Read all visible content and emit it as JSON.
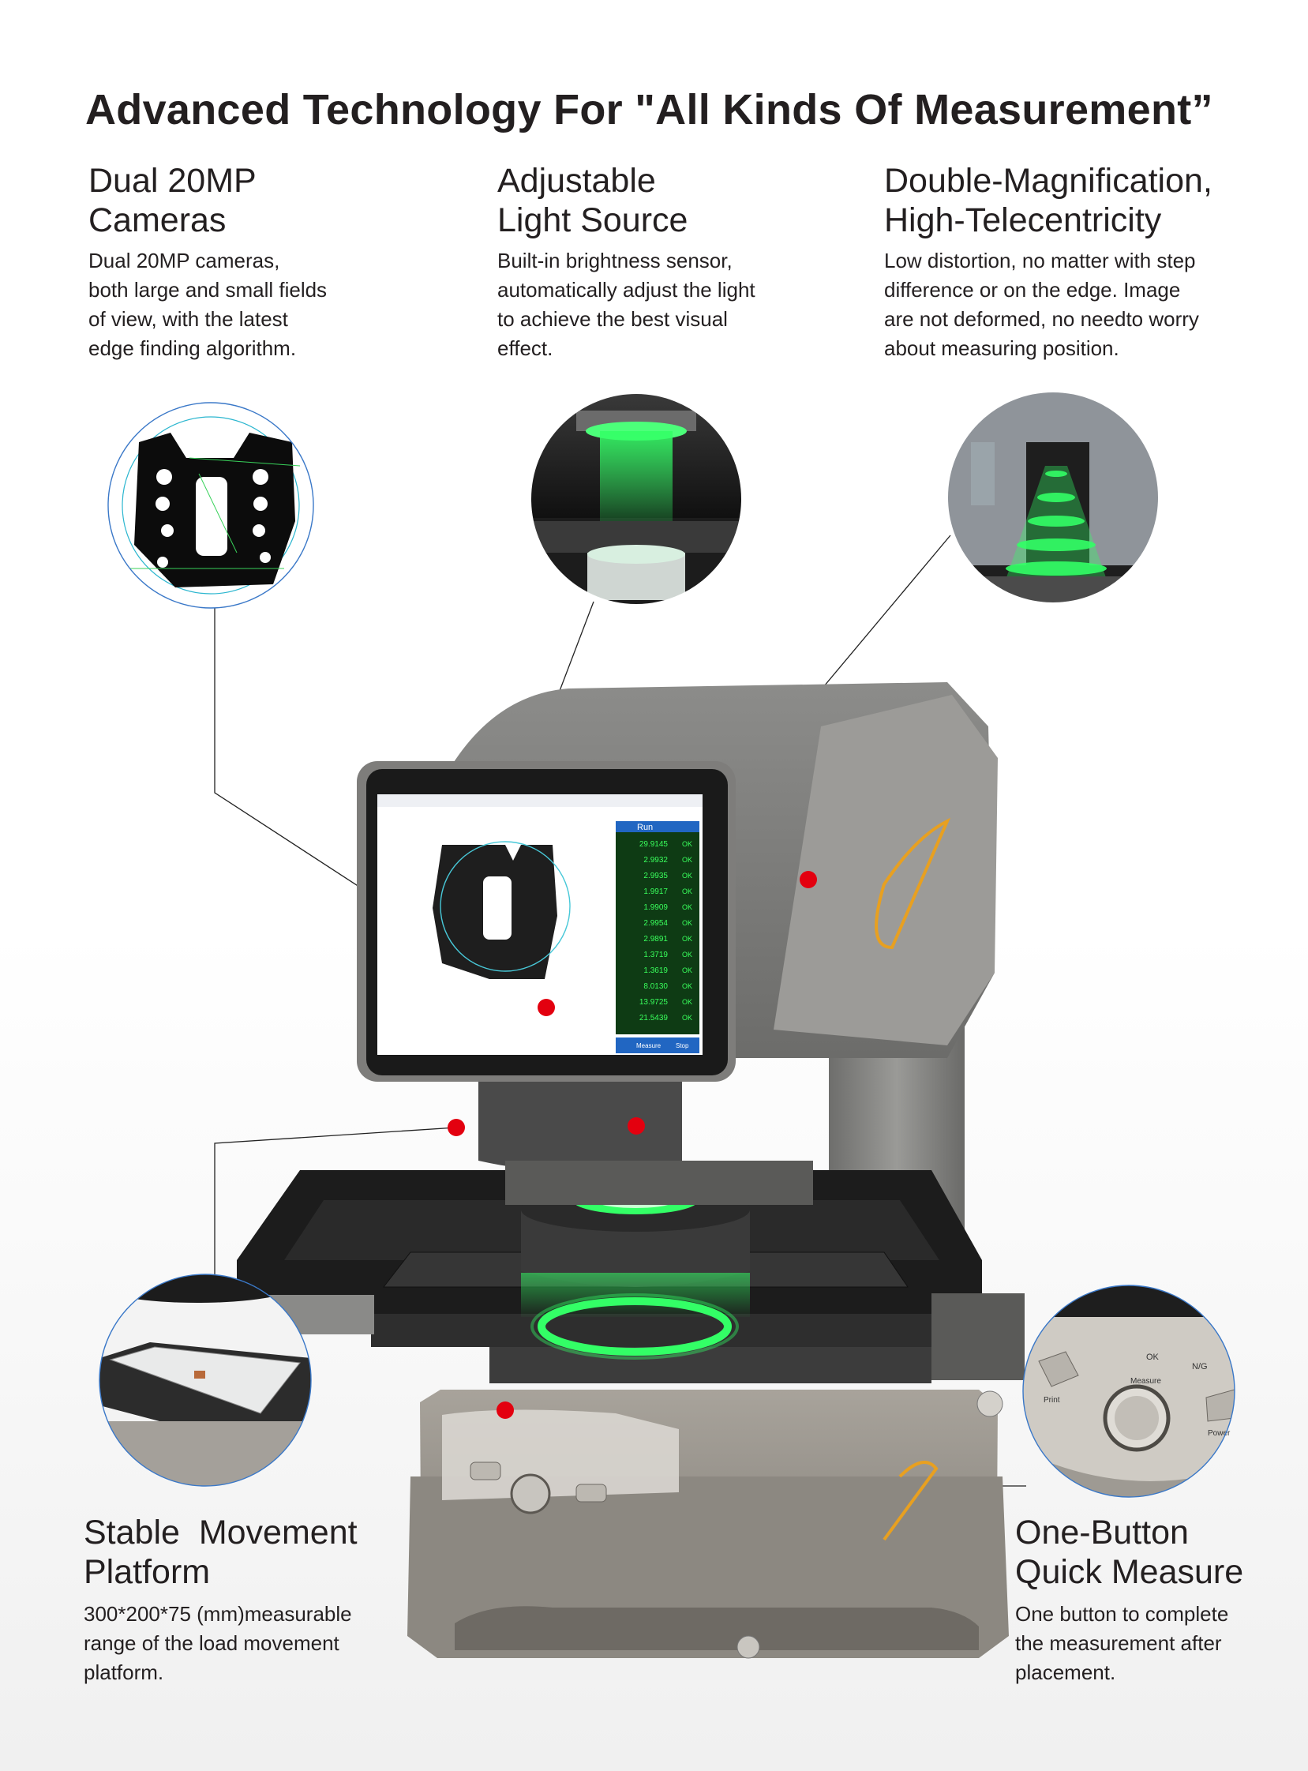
{
  "page": {
    "title": "Advanced Technology For \"All Kinds Of Measurement”"
  },
  "features": [
    {
      "heading_line1": "Dual 20MP",
      "heading_line2": "Cameras",
      "desc_lines": [
        "Dual 20MP cameras,",
        "both large and small fields",
        "of view, with the latest",
        "edge finding algorithm."
      ]
    },
    {
      "heading_line1": "Adjustable",
      "heading_line2": "Light Source",
      "desc_lines": [
        "Built-in brightness sensor,",
        "automatically adjust the light",
        "to achieve the best visual",
        "effect."
      ]
    },
    {
      "heading_line1": "Double-Magnification,",
      "heading_line2": "High-Telecentricity",
      "desc_lines": [
        "Low distortion, no matter with step",
        "difference or on the edge. Image",
        "are not deformed, no needto worry",
        "about measuring position."
      ]
    },
    {
      "heading_line1": "Stable  Movement",
      "heading_line2": "Platform",
      "desc_lines": [
        "300*200*75 (mm)measurable",
        "range of the load movement",
        "platform."
      ]
    },
    {
      "heading_line1": "One-Button",
      "heading_line2": "Quick Measure",
      "desc_lines": [
        "One button to complete",
        "the measurement after",
        "placement."
      ]
    }
  ],
  "screen": {
    "run_label": "Run",
    "measure_label": "Measure",
    "stop_label": "Stop",
    "readings": [
      "29.9145",
      "2.9932",
      "2.9935",
      "1.9917",
      "1.9909",
      "2.9954",
      "2.9891",
      "1.3719",
      "1.3619",
      "8.0130",
      "13.9725",
      "21.5439"
    ],
    "status": "OK"
  },
  "panel_labels": {
    "ok": "OK",
    "ng": "N/G",
    "measure": "Measure",
    "print": "Print",
    "power": "Power"
  },
  "colors": {
    "marker": "#e3000f",
    "green_light": "#33ff66",
    "machine_body": "#8a8a88",
    "accent_orange": "#e8a020"
  }
}
